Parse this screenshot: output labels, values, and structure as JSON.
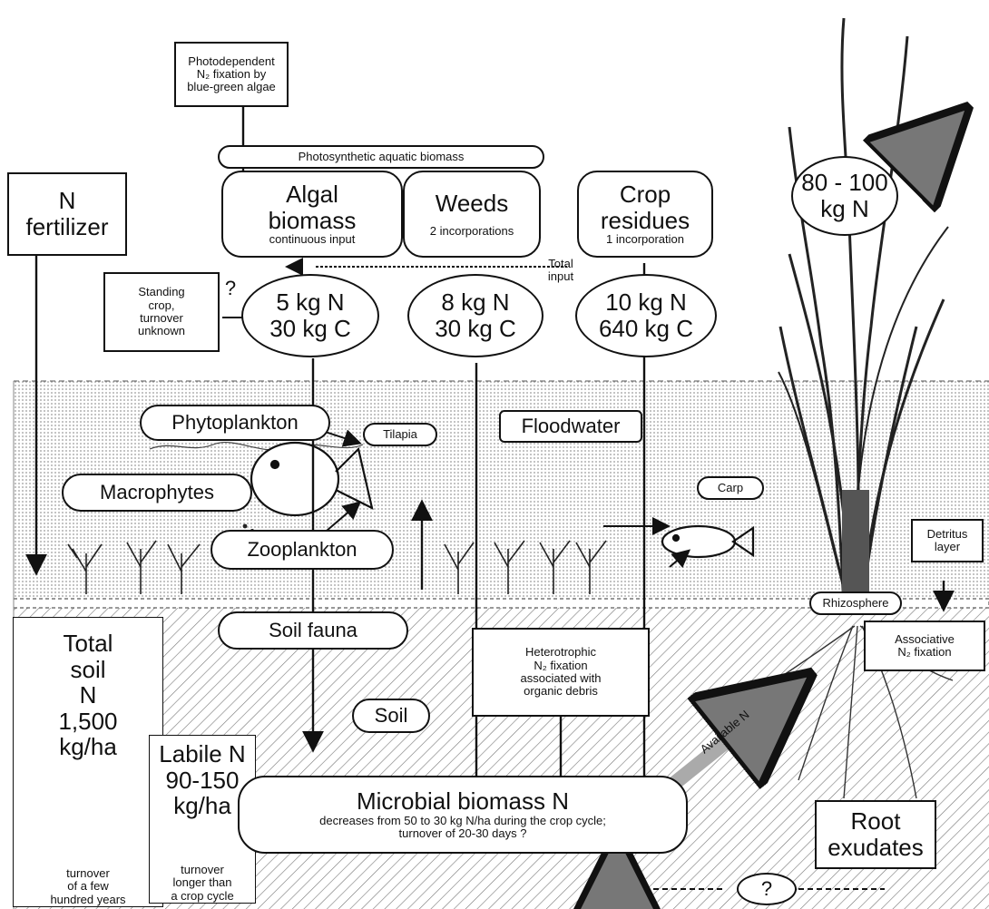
{
  "colors": {
    "ink": "#111111",
    "water": "#d9d9d9",
    "soil_hatch": "#777777",
    "paper": "#ffffff"
  },
  "labels": {
    "photodependent": [
      "Photodependent",
      "N₂ fixation by",
      "blue-green algae"
    ],
    "photosynthetic_biomass": "Photosynthetic aquatic biomass",
    "n_fertilizer": [
      "N",
      "fertilizer"
    ],
    "algal_biomass": {
      "title": [
        "Algal",
        "biomass"
      ],
      "sub": "continuous input"
    },
    "weeds": {
      "title": "Weeds",
      "sub": "2 incorporations"
    },
    "crop_residues": {
      "title": [
        "Crop",
        "residues"
      ],
      "sub": "1 incorporation"
    },
    "plant_uptake": [
      "80 - 100",
      "kg N"
    ],
    "standing_crop": [
      "Standing",
      "crop,",
      "turnover",
      "unknown"
    ],
    "question_mark": "?",
    "total_input": [
      "Total",
      "input"
    ],
    "algae_input": [
      "5 kg N",
      "30 kg C"
    ],
    "weeds_input": [
      "8 kg N",
      "30 kg C"
    ],
    "residues_input": [
      "10 kg N",
      "640 kg C"
    ],
    "phytoplankton": "Phytoplankton",
    "tilapia": "Tilapia",
    "floodwater": "Floodwater",
    "macrophytes": "Macrophytes",
    "carp": "Carp",
    "detritus_layer": [
      "Detritus",
      "layer"
    ],
    "zooplankton": "Zooplankton",
    "rhizosphere": "Rhizosphere",
    "associative_fixation": [
      "Associative",
      "N₂ fixation"
    ],
    "soil_fauna": "Soil fauna",
    "heterotrophic_fixation": [
      "Heterotrophic",
      "N₂ fixation",
      "associated with",
      "organic debris"
    ],
    "total_soil_n": [
      "Total",
      "soil",
      "N",
      "1,500",
      "kg/ha"
    ],
    "total_soil_turnover": [
      "turnover",
      "of a few",
      "hundred years"
    ],
    "soil": "Soil",
    "labile_n": [
      "Labile N",
      "90-150",
      "kg/ha"
    ],
    "labile_turnover": [
      "turnover",
      "longer than",
      "a crop cycle"
    ],
    "microbial_biomass": {
      "title": "Microbial biomass N",
      "sub": [
        "decreases from 50 to 30 kg N/ha during the crop cycle;",
        "turnover of 20-30 days ?"
      ]
    },
    "available_n": "Available N",
    "root_exudates": [
      "Root",
      "exudates"
    ],
    "bottom_question": "?"
  }
}
